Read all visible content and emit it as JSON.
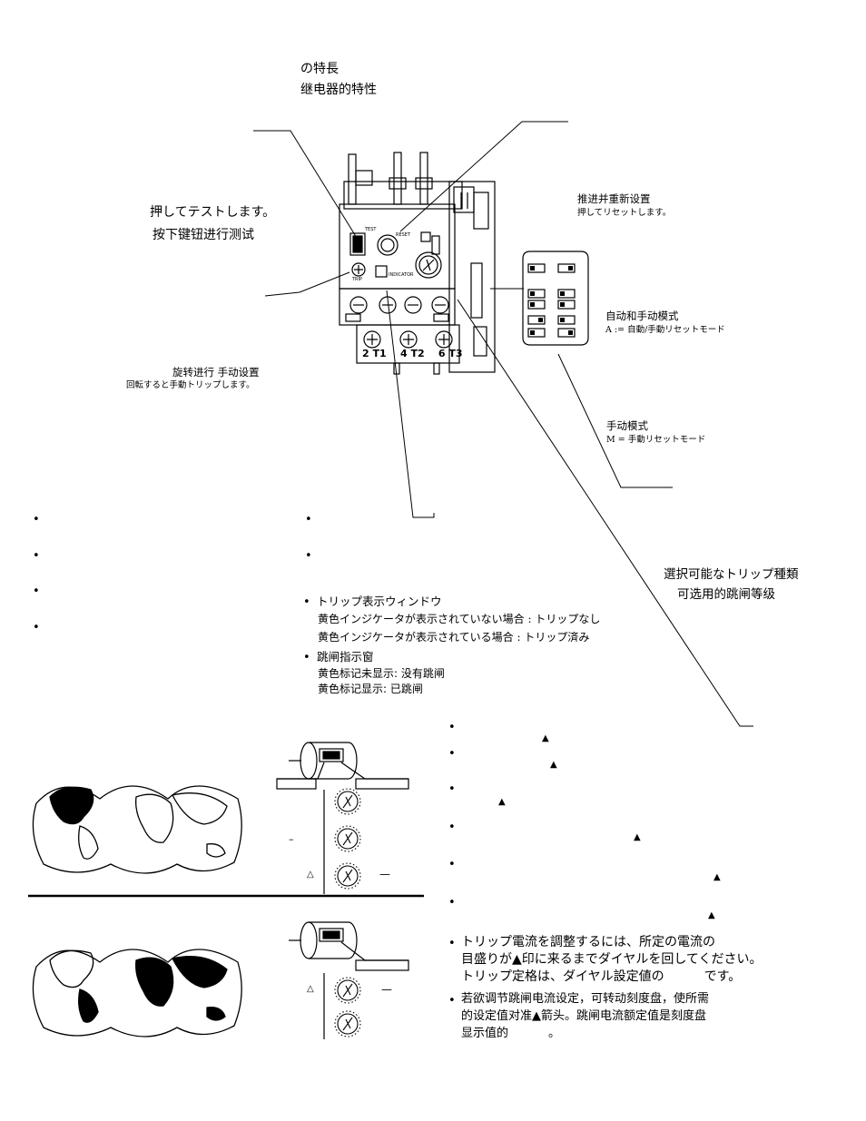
{
  "title": {
    "line1": "の特長",
    "line2": "继电器的特性"
  },
  "callouts": {
    "test_jp": "押してテストします。",
    "test_zh": "按下键钮进行测试",
    "reset_zh": "推进并重新设置",
    "reset_jp": "押してリセットします。",
    "auto_zh": "自动和手动模式",
    "auto_prefix": "A :=",
    "auto_jp": "自動/手動リセットモード",
    "manual_trip_zh": "旋转进行 手动设置",
    "manual_trip_jp": "回転すると手動トリップします。",
    "manual_zh": "手动模式",
    "manual_prefix": "M =",
    "manual_jp": "手動リセットモード",
    "trip_class_jp": "選択可能なトリップ種類",
    "trip_class_zh": "可选用的跳闸等级"
  },
  "device_labels": {
    "test": "TEST",
    "reset": "RESET",
    "trip": "TRIP",
    "indicator": "INDICATOR",
    "terminals": "2 T1    4 T2    6 T3"
  },
  "trip_window": {
    "title_jp": "トリップ表示ウィンドウ",
    "no_trip_jp": "黄色インジケータが表示されていない場合 : トリップなし",
    "tripped_jp": "黄色インジケータが表示されている場合 : トリップ済み",
    "title_zh": "跳闸指示窗",
    "no_trip_zh": "黄色标记未显示: 没有跳闸",
    "tripped_zh": "黄色标记显示: 已跳闸"
  },
  "adjust": {
    "jp_1": "トリップ電流を調整するには、所定の電流の",
    "jp_2": "目盛りが▲印に来るまでダイヤルを回してください。",
    "jp_3a": "トリップ定格は、ダイヤル設定値の",
    "jp_3b": "です。",
    "zh_1": "若欲调节跳闸电流设定，可转动刻度盘，使所需",
    "zh_2": "的设定值对准▲箭头。跳闸电流额定值是刻度盘",
    "zh_3a": "显示值的",
    "zh_3b": "。"
  },
  "symbols": {
    "triangle": "▲",
    "delta": "△",
    "dash": "–",
    "long_dash": "—",
    "bullet": "•"
  }
}
